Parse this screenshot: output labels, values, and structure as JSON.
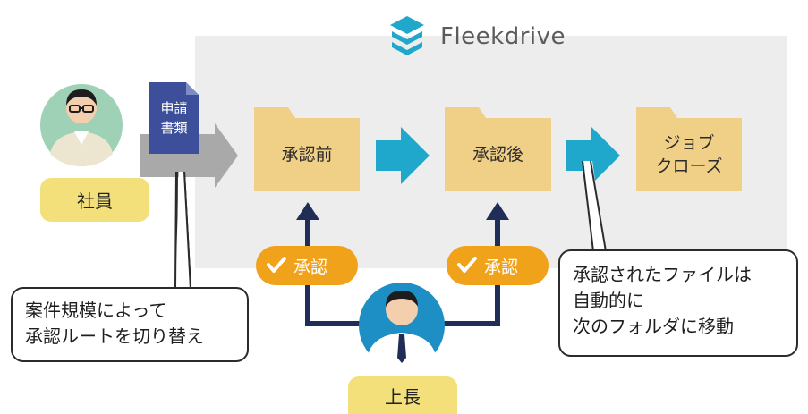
{
  "logo": {
    "name": "Fleekdrive"
  },
  "employee": {
    "label": "社員"
  },
  "boss": {
    "label": "上長"
  },
  "document": {
    "line1": "申請",
    "line2": "書類"
  },
  "folders": {
    "before": "承認前",
    "after": "承認後",
    "job_close_line1": "ジョブ",
    "job_close_line2": "クローズ"
  },
  "approvals": {
    "left": "承認",
    "right": "承認"
  },
  "callout_left": {
    "line1": "案件規模によって",
    "line2": "承認ルートを切り替え"
  },
  "callout_right": {
    "line1": "承認されたファイルは",
    "line2": "自動的に",
    "line3": "次のフォルダに移動"
  },
  "colors": {
    "panel": "#ededed",
    "folder": "#f0cf86",
    "arrow_blue": "#1fa8cc",
    "approve": "#f0a21b",
    "navy": "#1f2d57",
    "document": "#3d4f9b",
    "pill": "#f3e07b",
    "avatar_bg": "#9fd1b6",
    "boss_bg": "#1d8fc4"
  }
}
